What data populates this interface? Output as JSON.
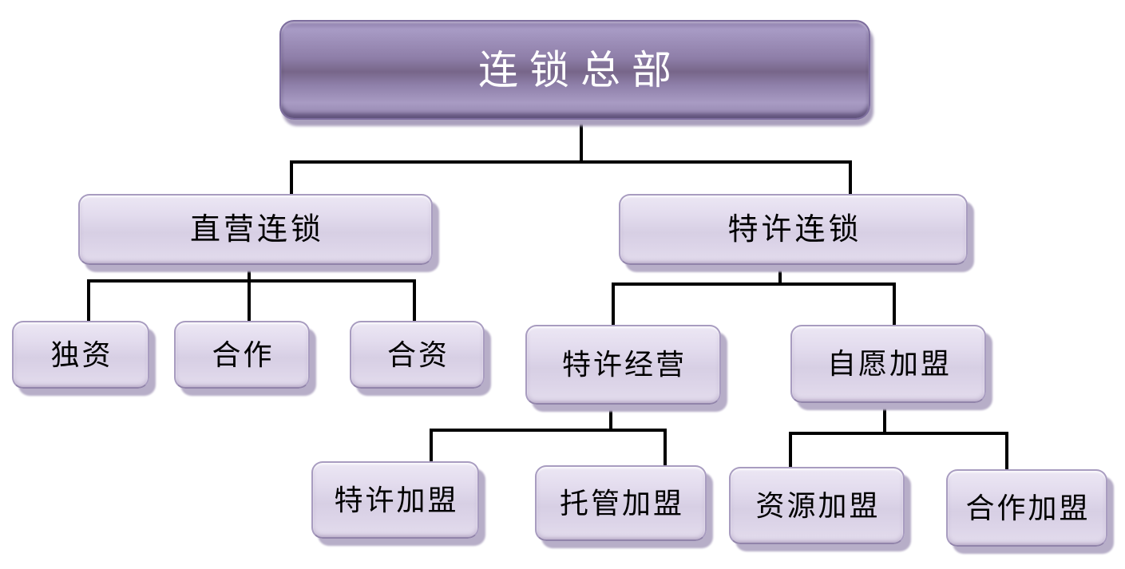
{
  "page": {
    "background": "#ffffff"
  },
  "diagram": {
    "type": "org-chart",
    "nodes": {
      "headquarters": {
        "label": "连锁总部",
        "level": 1,
        "children": [
          "direct_chain",
          "franchise_chain"
        ]
      },
      "direct_chain": {
        "label": "直营连锁",
        "level": 2,
        "children": [
          "sole_proprietorship",
          "cooperation",
          "joint_venture"
        ]
      },
      "franchise_chain": {
        "label": "特许连锁",
        "level": 2,
        "children": [
          "franchising",
          "voluntary_chain"
        ]
      },
      "sole_proprietorship": {
        "label": "独资",
        "level": 3,
        "children": []
      },
      "cooperation": {
        "label": "合作",
        "level": 3,
        "children": []
      },
      "joint_venture": {
        "label": "合资",
        "level": 3,
        "children": []
      },
      "franchising": {
        "label": "特许经营",
        "level": 3,
        "children": [
          "franchise_join",
          "managed_join"
        ]
      },
      "voluntary_chain": {
        "label": "自愿加盟",
        "level": 3,
        "children": [
          "resource_join",
          "cooperative_join"
        ]
      },
      "franchise_join": {
        "label": "特许加盟",
        "level": 4,
        "children": []
      },
      "managed_join": {
        "label": "托管加盟",
        "level": 4,
        "children": []
      },
      "resource_join": {
        "label": "资源加盟",
        "level": 4,
        "children": []
      },
      "cooperative_join": {
        "label": "合作加盟",
        "level": 4,
        "children": []
      }
    },
    "colors": {
      "root_box_top": "#a89bc5",
      "root_box_mid": "#776689",
      "root_box_border": "#7d6d9e",
      "root_text": "#ffffff",
      "child_box_light": "#ece7f4",
      "child_box_dark": "#d7cfe4",
      "child_box_border": "#a89cc0",
      "child_text": "#000000",
      "connector_line": "#000000",
      "box_shadow": "#b7aec8"
    }
  }
}
